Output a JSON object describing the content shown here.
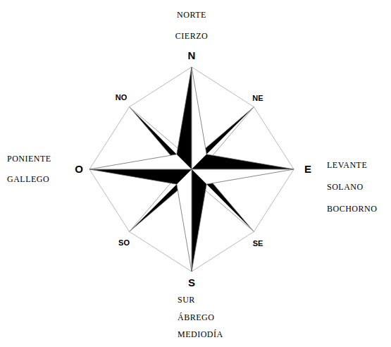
{
  "diagram": {
    "labels": [
      "NORTE",
      "CIERZO",
      "N",
      "NO",
      "NE",
      "PONIENTE",
      "GALLEGO",
      "O",
      "E",
      "LEVANTE",
      "SOLANO",
      "BOCHORNO",
      "SO",
      "SE",
      "S",
      "SUR",
      "ÁBREGO",
      "MEDIODÍA"
    ]
  }
}
